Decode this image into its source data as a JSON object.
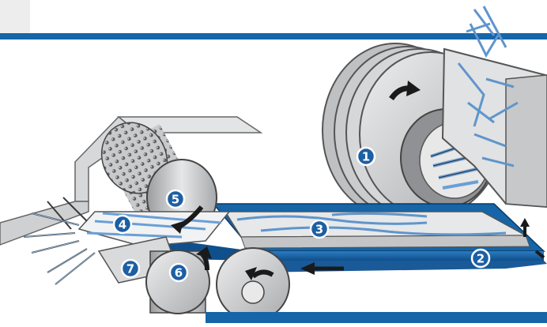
{
  "diagram": {
    "labels": [
      {
        "id": "1",
        "text": "1"
      },
      {
        "id": "2",
        "text": "2"
      },
      {
        "id": "3",
        "text": "3"
      },
      {
        "id": "4",
        "text": "4"
      },
      {
        "id": "5",
        "text": "5"
      },
      {
        "id": "6",
        "text": "6"
      },
      {
        "id": "7",
        "text": "7"
      }
    ],
    "colors": {
      "accent_blue": "#1565a8",
      "badge_blue": "#1d5fa3",
      "steel": "#d2d3d5",
      "steel_dark": "#9ea0a3",
      "fiber_blue": "#8fb6dd",
      "arrow_black": "#1a1a1a"
    }
  }
}
